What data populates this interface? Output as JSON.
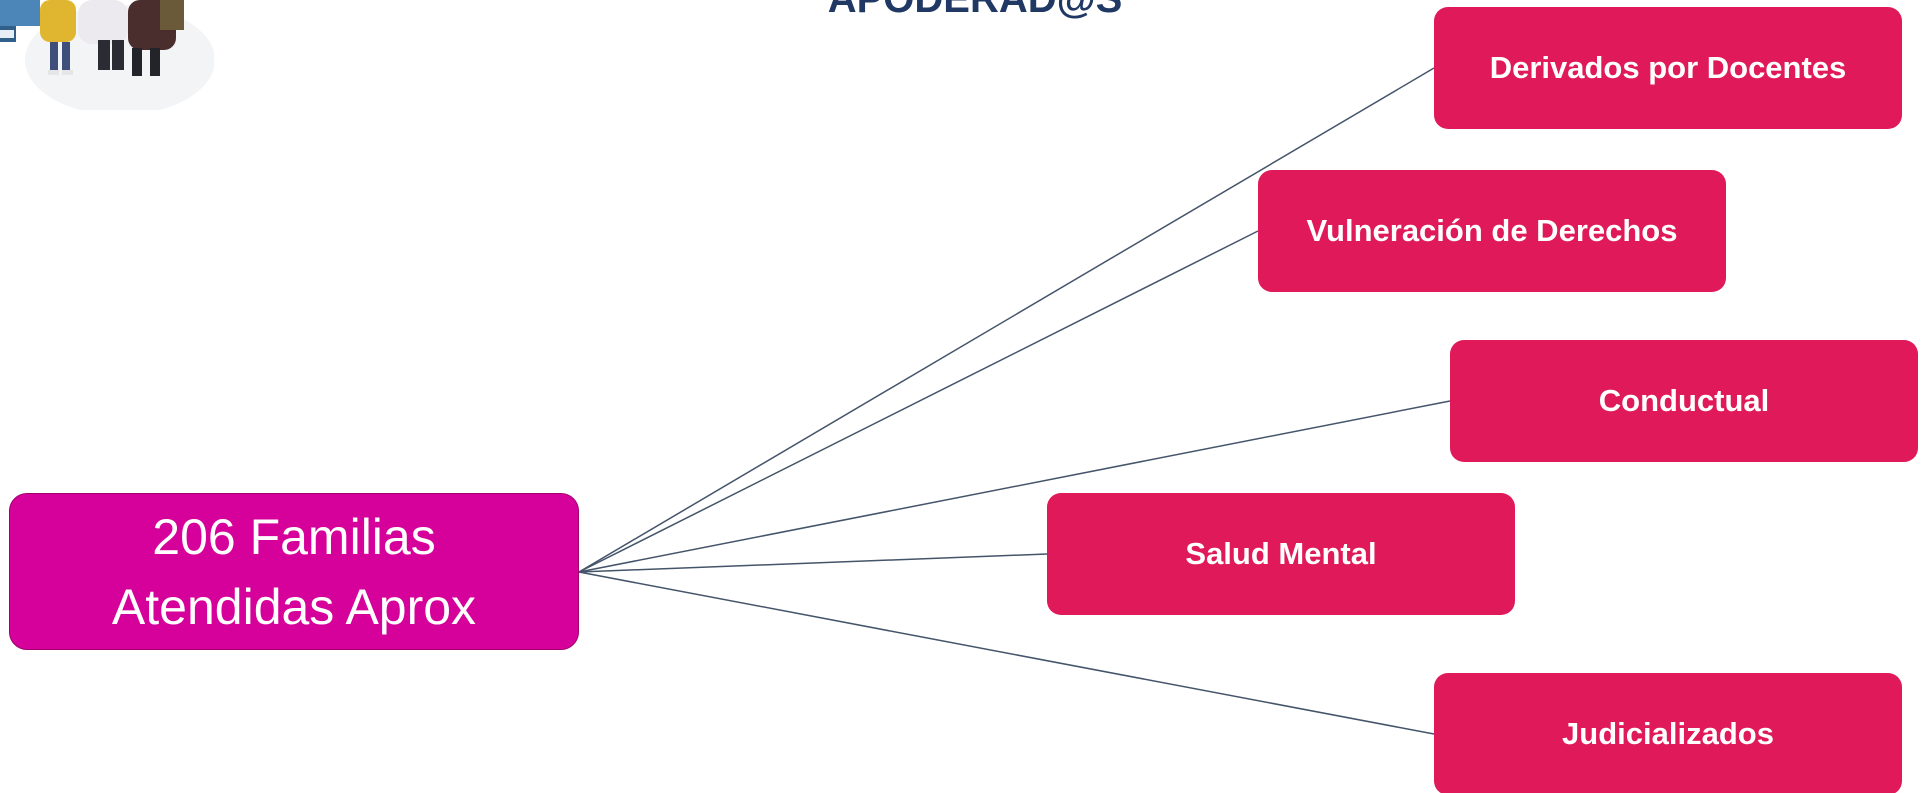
{
  "title": "APODERAD@S",
  "root": {
    "line1": "206 Familias",
    "line2": "Atendidas Aprox"
  },
  "branches": [
    "Derivados por Docentes",
    "Vulneración de Derechos",
    "Conductual",
    "Salud Mental",
    "Judicializados"
  ],
  "colors": {
    "root_fill": "#d6009a",
    "leaf_fill": "#e0195a",
    "connector": "#44546a",
    "title": "#1f3864"
  }
}
